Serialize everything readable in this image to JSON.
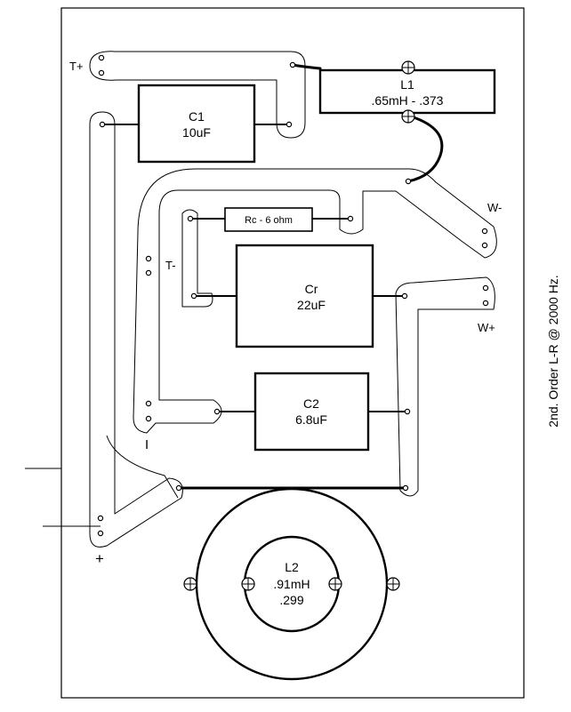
{
  "side_caption": "2nd. Order L-R @ 2000 Hz.",
  "components": {
    "l1": {
      "name": "L1",
      "value": ".65mH - .373"
    },
    "c1": {
      "name": "C1",
      "value": "10uF"
    },
    "rc": {
      "name": "Rc - 6 ohm"
    },
    "cr": {
      "name": "Cr",
      "value": "22uF"
    },
    "c2": {
      "name": "C2",
      "value": "6.8uF"
    },
    "l2": {
      "name": "L2",
      "value": ".91mH",
      "dcr": ".299"
    }
  },
  "terminals": {
    "t_plus": "T+",
    "t_minus": "T-",
    "w_minus": "W-",
    "w_plus": "W+",
    "plus": "+",
    "minus": "I"
  }
}
